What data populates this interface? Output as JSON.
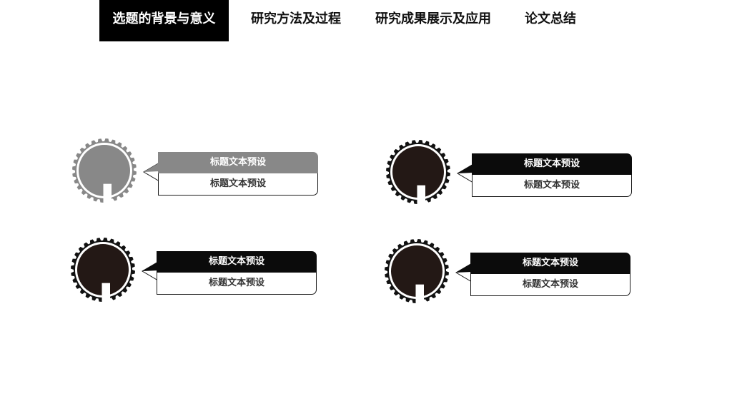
{
  "nav": {
    "tabs": [
      {
        "label": "选题的背景与意义",
        "active": true
      },
      {
        "label": "研究方法及过程",
        "active": false
      },
      {
        "label": "研究成果展示及应用",
        "active": false
      },
      {
        "label": "论文总结",
        "active": false
      }
    ]
  },
  "colors": {
    "active_tab_bg": "#000000",
    "gear_gray": "#888888",
    "gear_dark": "#111111",
    "gear_inner_dark": "#231815",
    "title_gray": "#888888",
    "title_dark": "#0b0b0b"
  },
  "cards": [
    {
      "title": "标题文本预设",
      "subtitle": "标题文本预设",
      "icon": "bar-chart-icon",
      "style": "gray"
    },
    {
      "title": "标题文本预设",
      "subtitle": "标题文本预设",
      "icon": "bar-chart-icon",
      "style": "dark"
    },
    {
      "title": "标题文本预设",
      "subtitle": "标题文本预设",
      "icon": "bar-chart-icon",
      "style": "dark"
    },
    {
      "title": "标题文本预设",
      "subtitle": "标题文本预设",
      "icon": "bar-chart-icon",
      "style": "dark"
    }
  ]
}
